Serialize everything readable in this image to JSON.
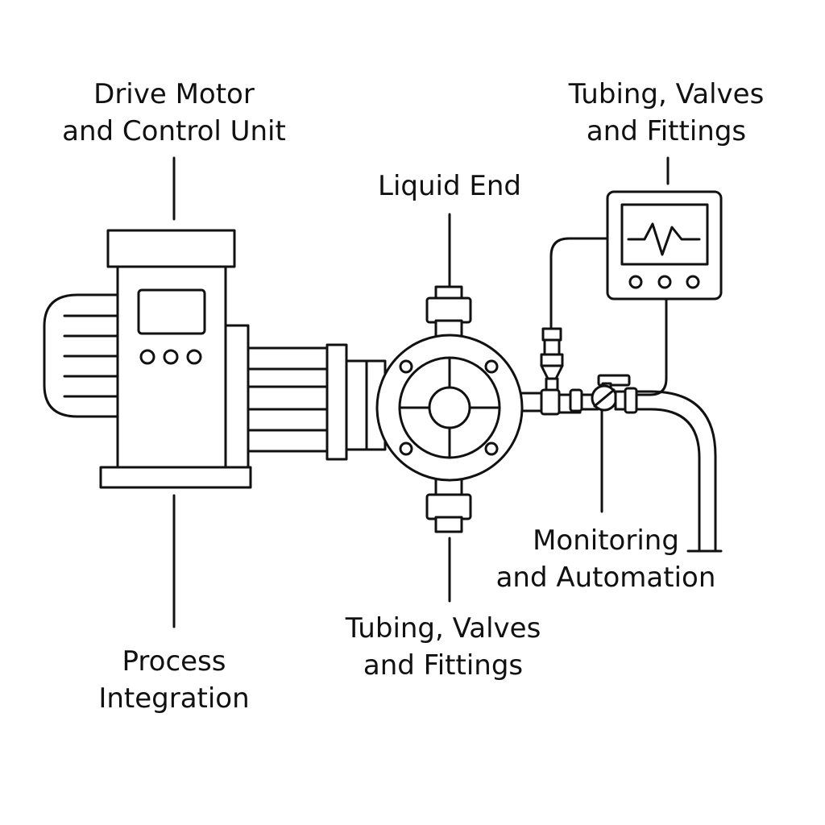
{
  "labels": {
    "drive_motor": {
      "line1": "Drive Motor",
      "line2": "and Control Unit"
    },
    "tubing_top": {
      "line1": "Tubing, Valves",
      "line2": "and Fittings"
    },
    "liquid_end": {
      "line1": "Liquid End"
    },
    "monitoring": {
      "line1": "Monitoring",
      "line2": "and Automation"
    },
    "tubing_bottom": {
      "line1": "Tubing, Valves",
      "line2": "and Fittings"
    },
    "process_integration": {
      "line1": "Process",
      "line2": "Integration"
    }
  },
  "colors": {
    "stroke": "#111111",
    "background": "#ffffff"
  },
  "icons": {
    "motor": "drive-motor-icon",
    "pump_head": "liquid-end-icon",
    "monitor": "monitor-icon",
    "valve": "valve-icon",
    "pipe": "pipe-icon"
  }
}
